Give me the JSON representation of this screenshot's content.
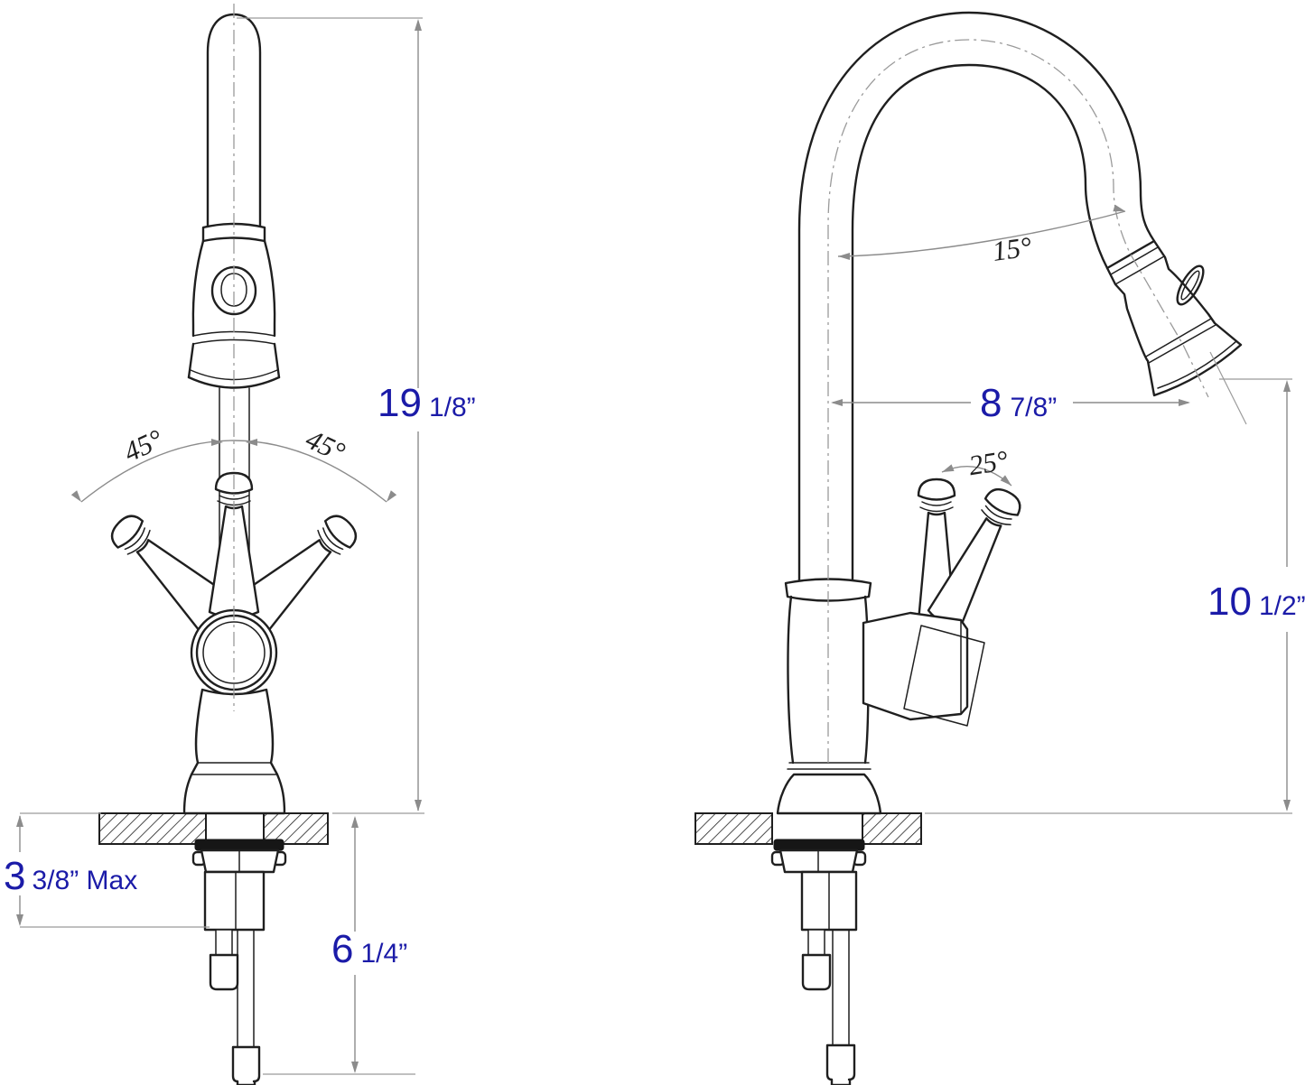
{
  "drawing": {
    "kind": "kitchen faucet installation dimension drawing, front and side views"
  },
  "annotations": {
    "front": {
      "overall_height": {
        "num": "19",
        "frac": "1/8”"
      },
      "swing_left": "45°",
      "swing_right": "45°",
      "deck_max": {
        "num": "3",
        "frac": "3/8” Max"
      },
      "under_counter_length": {
        "num": "6",
        "frac": "1/4”"
      }
    },
    "side": {
      "spout_angle": "15°",
      "spout_reach": {
        "num": "8",
        "frac": "7/8”"
      },
      "handle_angle": "25°",
      "spout_height": {
        "num": "10",
        "frac": "1/2”"
      }
    }
  },
  "colors": {
    "dimension_text_blue": "#1b1ba8",
    "line_art_black": "#1f1f1f",
    "dimension_line_gray": "#8c8c8c",
    "background": "#ffffff"
  }
}
